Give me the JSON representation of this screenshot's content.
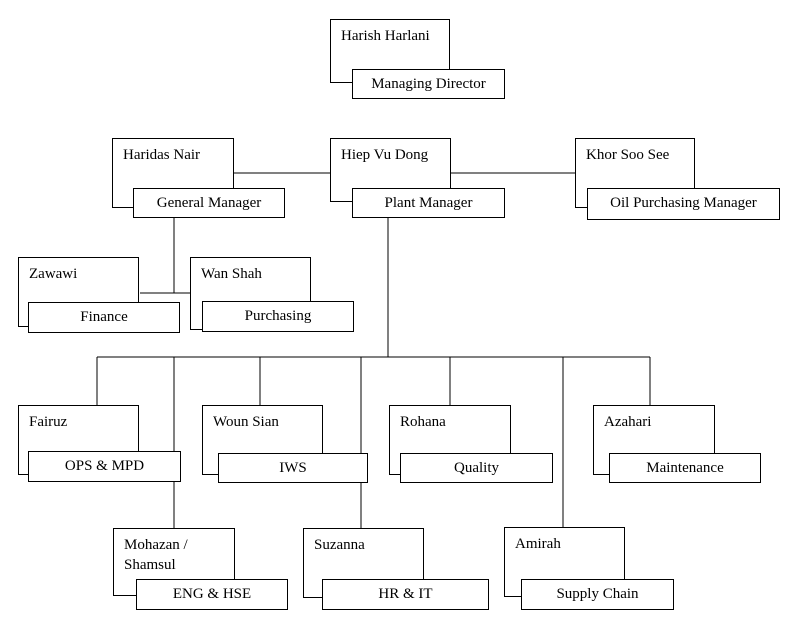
{
  "nodes": [
    {
      "id": "harish",
      "name": "Harish Harlani",
      "role": "Managing Director"
    },
    {
      "id": "hiep",
      "name": "Hiep Vu Dong",
      "role": "Plant Manager"
    },
    {
      "id": "haridas",
      "name": "Haridas Nair",
      "role": "General Manager"
    },
    {
      "id": "khor",
      "name": "Khor Soo See",
      "role": "Oil Purchasing Manager"
    },
    {
      "id": "zawawi",
      "name": "Zawawi",
      "role": "Finance"
    },
    {
      "id": "wanshah",
      "name": "Wan Shah",
      "role": "Purchasing"
    },
    {
      "id": "fairuz",
      "name": "Fairuz",
      "role": "OPS & MPD"
    },
    {
      "id": "wounsian",
      "name": "Woun Sian",
      "role": "IWS"
    },
    {
      "id": "rohana",
      "name": "Rohana",
      "role": "Quality"
    },
    {
      "id": "azahari",
      "name": "Azahari",
      "role": "Maintenance"
    },
    {
      "id": "mohazan",
      "name": "Mohazan / Shamsul",
      "role": "ENG & HSE"
    },
    {
      "id": "suzanna",
      "name": "Suzanna",
      "role": "HR & IT"
    },
    {
      "id": "amirah",
      "name": "Amirah",
      "role": "Supply Chain"
    }
  ]
}
